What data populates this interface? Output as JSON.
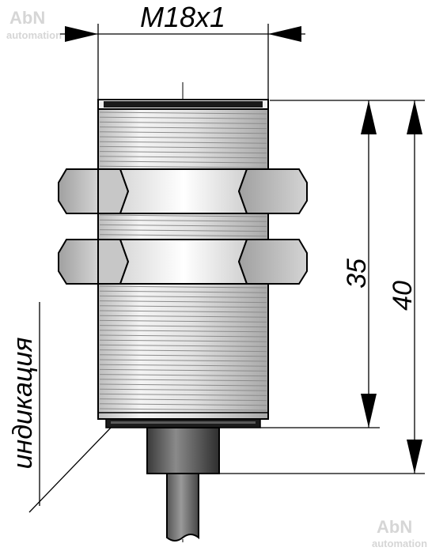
{
  "watermark": {
    "brand": "AbN",
    "tagline": "automation"
  },
  "dimensions": {
    "thread": "M18x1",
    "body_length": "35",
    "total_length": "40"
  },
  "labels": {
    "indicator": "индикация"
  },
  "colors": {
    "outline": "#000000",
    "metal_light": "#f2f2f2",
    "metal_mid": "#cfcfcf",
    "metal_dark": "#9a9a9a",
    "cable": "#7a7a7a",
    "watermark": "#d6d6d6"
  }
}
